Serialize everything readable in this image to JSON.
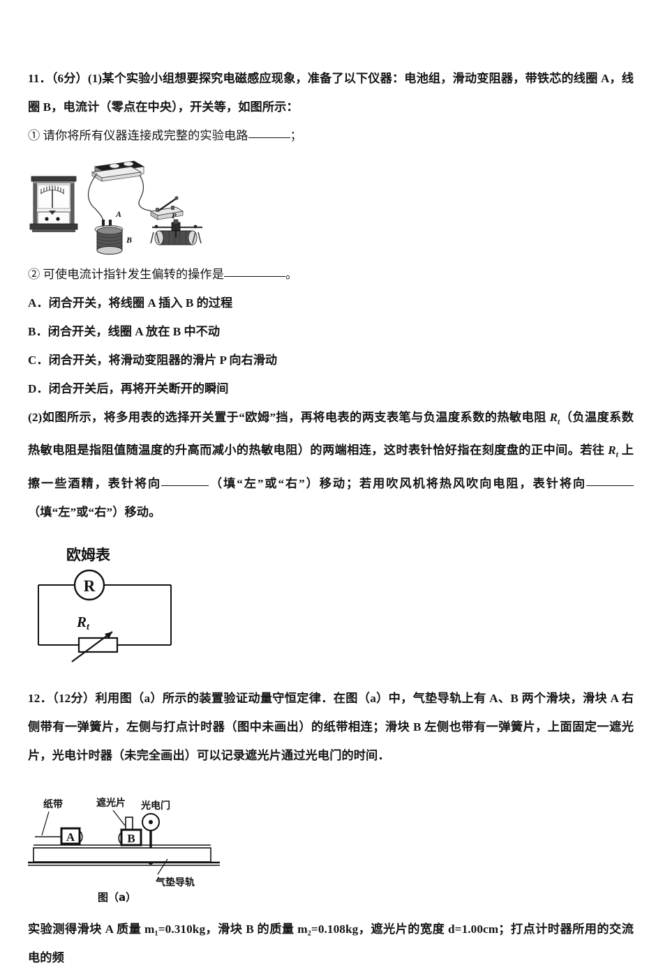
{
  "document": {
    "type": "physics-exam-paper",
    "language": "zh-CN"
  },
  "q11": {
    "line1": "11．（6分）(1)某个实验小组想要探究电磁感应现象，准备了以下仪器：电池组，滑动变阻器，带铁芯的线圈 A，线圈 B，电流计（零点在中央），开关等，如图所示：",
    "sub1": "① 请你将所有仪器连接成完整的实验电路",
    "sub1_end": "；",
    "sub2_pre": "② 可使电流计指针发生偏转的操作是",
    "sub2_end": "。",
    "options": [
      "A．闭合开关，将线圈 A 插入 B 的过程",
      "B．闭合开关，线圈 A 放在 B 中不动",
      "C．闭合开关，将滑动变阻器的滑片 P 向右滑动",
      "D．闭合开关后，再将开关断开的瞬间"
    ],
    "part2_a": "(2)如图所示，将多用表的选择开关置于“欧姆”挡，再将电表的两支表笔与负温度系数的热敏电阻 ",
    "part2_rt": "R",
    "part2_rt_sub": "t",
    "part2_b": "（负温度系数热敏电阻是指阻值随温度的升高而减小的热敏电阻）的两端相连，这时表针恰好指在刻度盘的正中间。若往 ",
    "part2_c": " 上擦一些酒精，表针将向",
    "part2_d": "（填“左”或“右”）移动；若用吹风机将热风吹向电阻，表针将向",
    "part2_e": "（填“左”或",
    "part2_f": "“右”）移动。"
  },
  "fig1": {
    "name": "electromagnetic-induction-apparatus",
    "label_A": "A",
    "label_B": "B",
    "label_P": "P"
  },
  "fig2": {
    "name": "ohmmeter-thermistor-circuit",
    "title": "欧姆表",
    "meter_symbol": "R",
    "resistor_label": "R",
    "resistor_label_sub": "t"
  },
  "q12": {
    "line1": "12．（12分）利用图（a）所示的装置验证动量守恒定律．在图（a）中，气垫导轨上有 A、B 两个滑块，滑块 A 右侧带有一弹簧片，左侧与打点计时器（图中未画出）的纸带相连；滑块 B 左侧也带有一弹簧片，上面固定一遮光片，光电计时器（未完全画出）可以记录遮光片通过光电门的时间．",
    "last_line": "实验测得滑块 A 质量 m₁=0.310kg，滑块 B 的质量 m₂=0.108kg，遮光片的宽度 d=1.00cm；打点计时器所用的交流电的频"
  },
  "fig3": {
    "name": "air-track-momentum-apparatus",
    "label_tape": "纸带",
    "label_shade": "遮光片",
    "label_gate": "光电门",
    "label_track": "气垫导轨",
    "label_A": "A",
    "label_B": "B",
    "caption": "图（a）"
  },
  "colors": {
    "text": "#151515",
    "ink": "#111111",
    "figure_gray": "#6e6e6e",
    "figure_dark": "#2b2b2b",
    "paper": "#ffffff"
  }
}
